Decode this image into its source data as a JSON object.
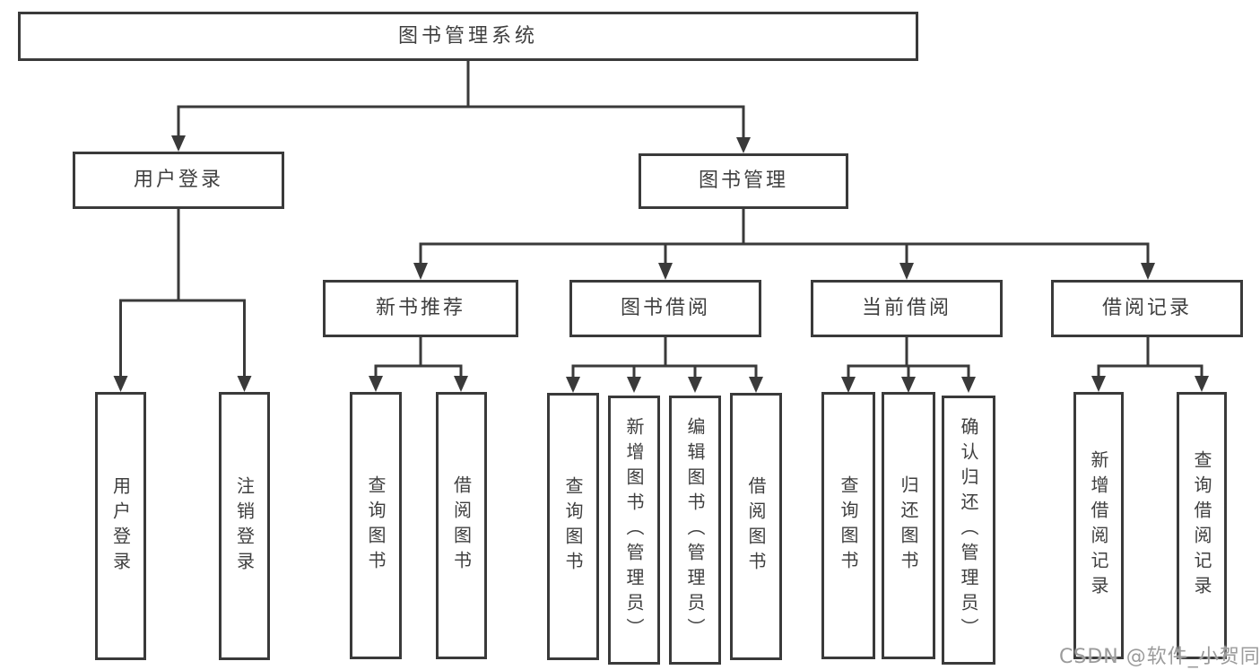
{
  "root": {
    "label": "图书管理系统"
  },
  "user_login": {
    "label": "用户登录",
    "children": [
      {
        "label": "用户登录"
      },
      {
        "label": "注销登录"
      }
    ]
  },
  "book_mgmt": {
    "label": "图书管理",
    "sections": [
      {
        "label": "新书推荐",
        "children": [
          {
            "label": "查询图书"
          },
          {
            "label": "借阅图书"
          }
        ]
      },
      {
        "label": "图书借阅",
        "children": [
          {
            "label": "查询图书"
          },
          {
            "label": "新增图书（管理员）"
          },
          {
            "label": "编辑图书（管理员）"
          },
          {
            "label": "借阅图书"
          }
        ]
      },
      {
        "label": "当前借阅",
        "children": [
          {
            "label": "查询图书"
          },
          {
            "label": "归还图书"
          },
          {
            "label": "确认归还（管理员）"
          }
        ]
      },
      {
        "label": "借阅记录",
        "children": [
          {
            "label": "新增借阅记录"
          },
          {
            "label": "查询借阅记录"
          }
        ]
      }
    ]
  },
  "watermark": {
    "text": "CSDN @软件_小贺同学"
  },
  "colors": {
    "line": "#3a3a3a",
    "text": "#3f3f3f",
    "watermark_text": "#9b9b9b",
    "background": "#ffffff"
  }
}
